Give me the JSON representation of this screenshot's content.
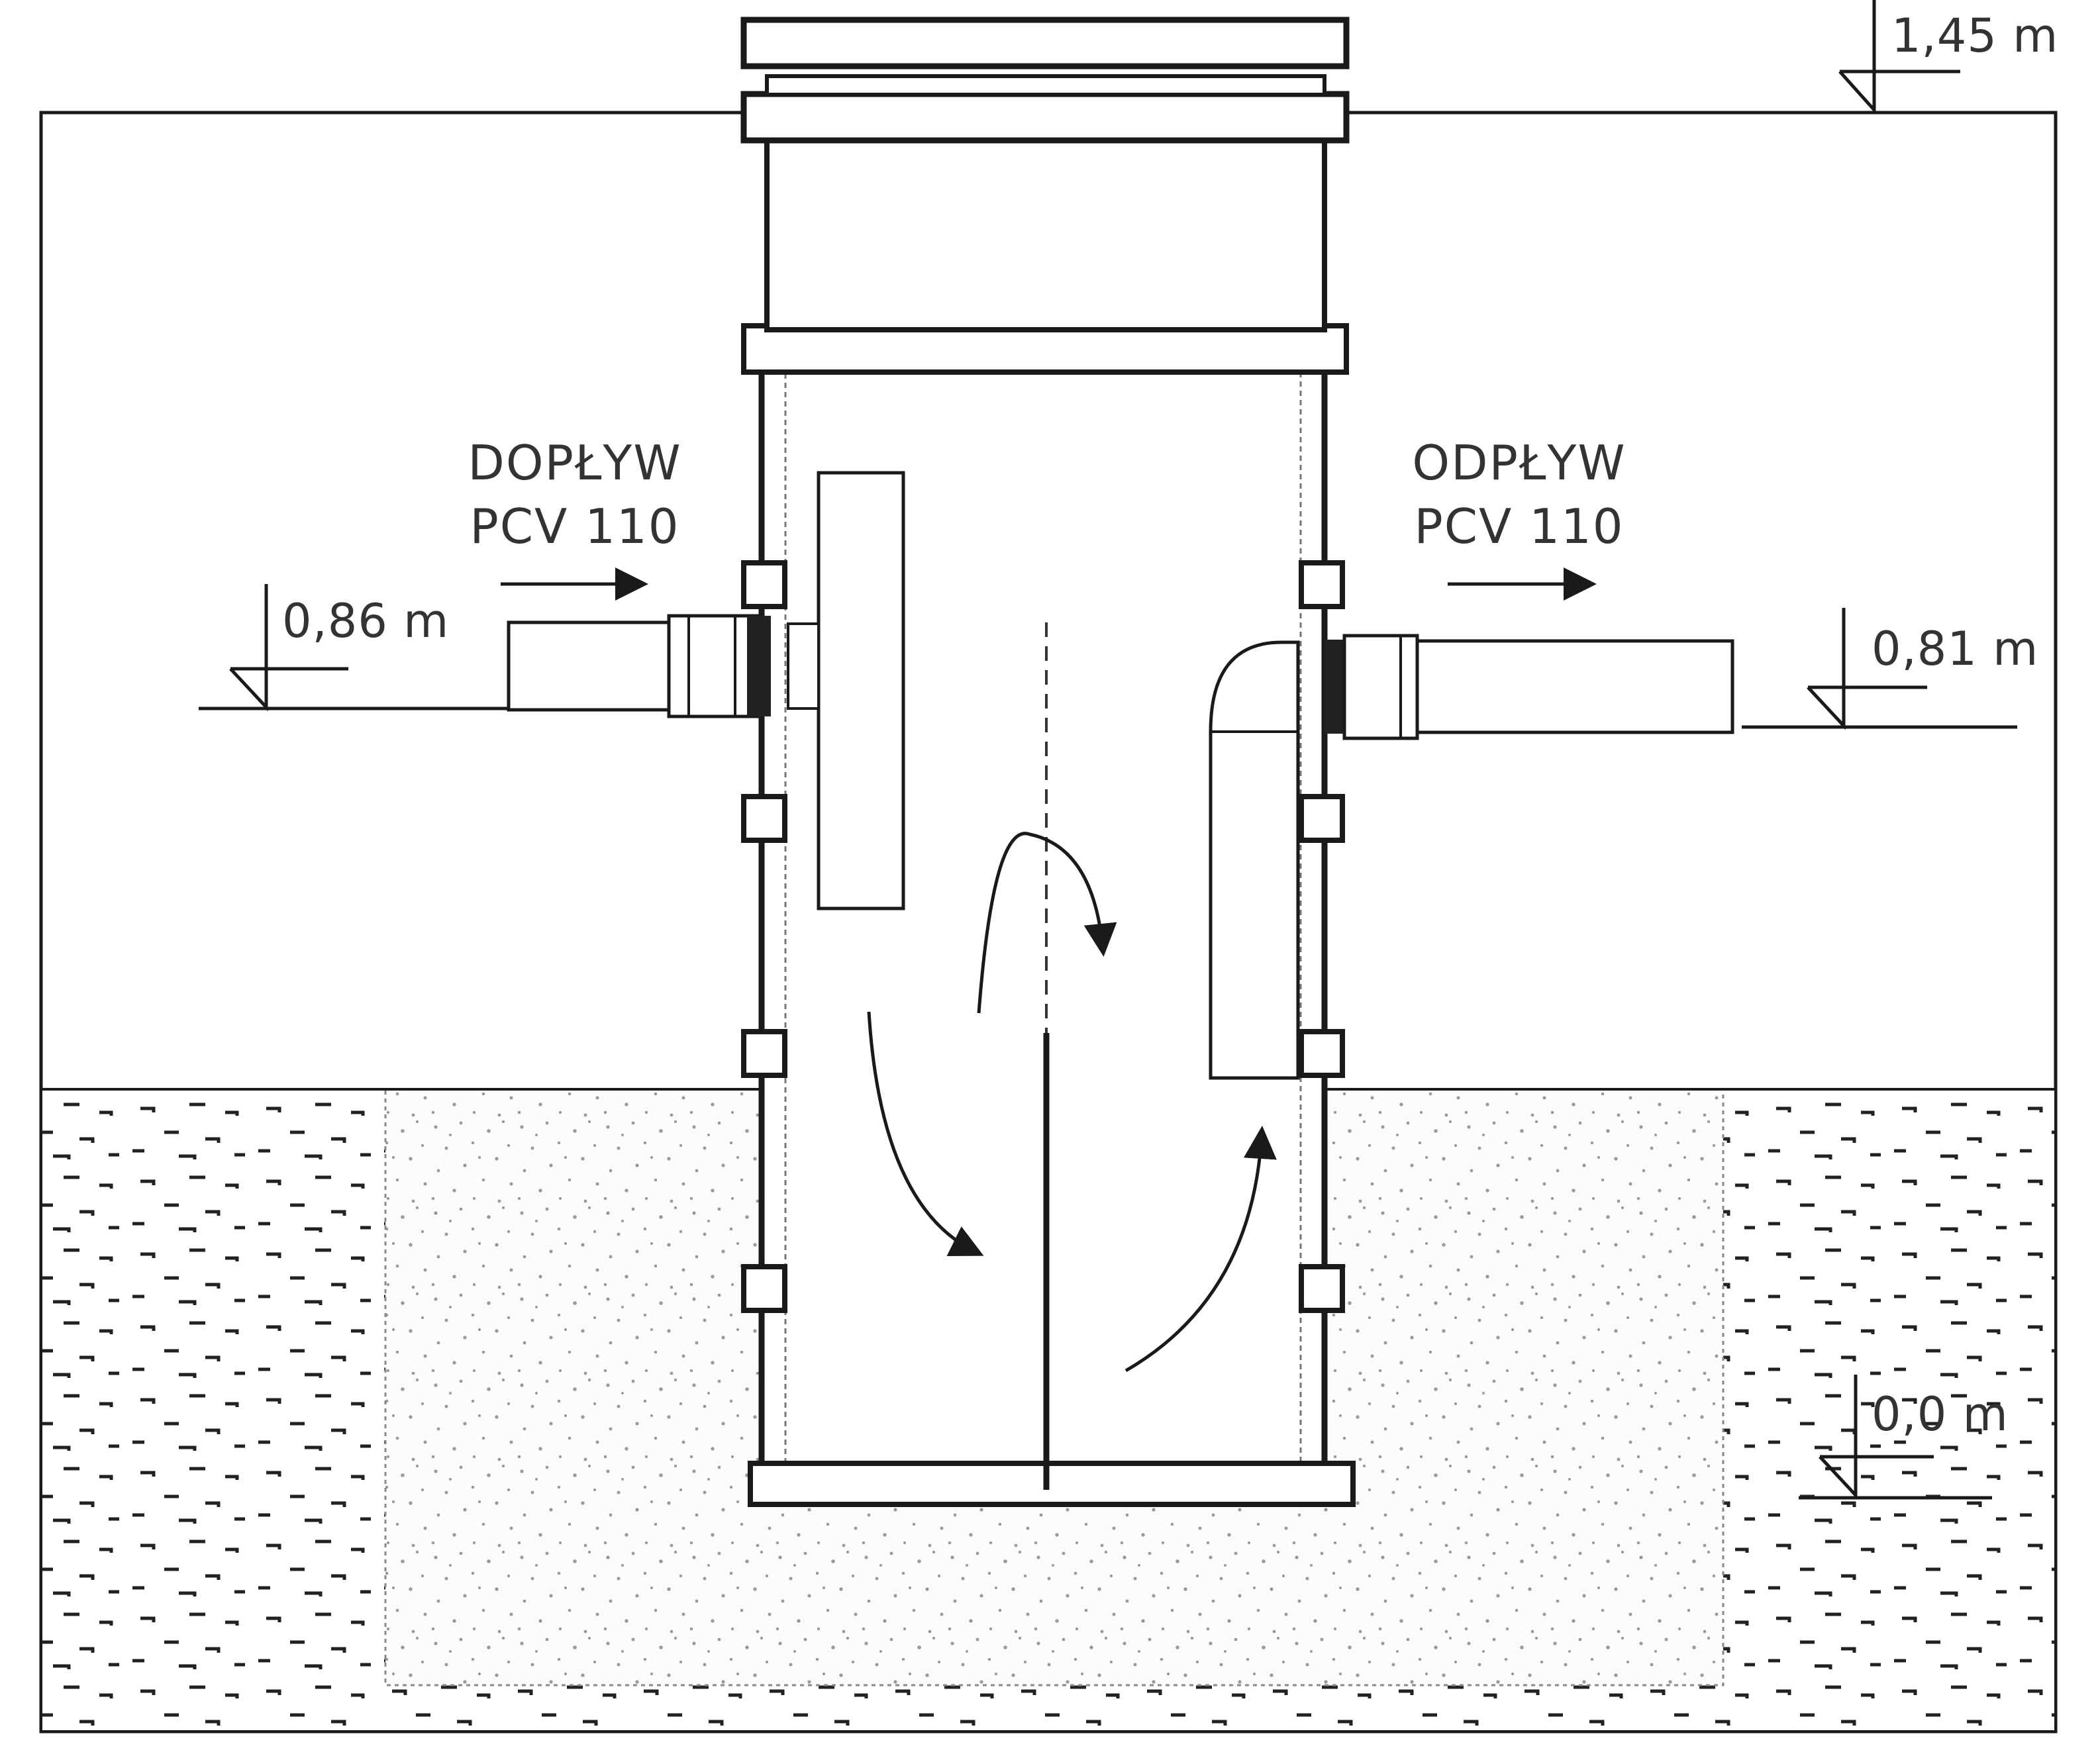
{
  "diagram": {
    "inflow": {
      "title": "DOPŁYW",
      "pipe": "PCV 110",
      "level": "0,86 m"
    },
    "outflow": {
      "title": "ODPŁYW",
      "pipe": "PCV 110",
      "level": "0,81 m"
    },
    "top_level": "1,45 m",
    "bottom_level": "0,0 m"
  },
  "colors": {
    "line": "#1a1a1a",
    "text": "#333333",
    "background": "#ffffff",
    "backfill_dots": "#9a9a9a"
  }
}
